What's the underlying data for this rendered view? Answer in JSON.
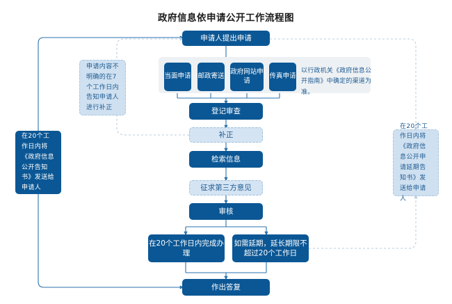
{
  "title": "政府信息依申请公开工作流程图",
  "colors": {
    "primary": "#0b5795",
    "light_fill": "#d5e4f3",
    "note_fill": "#cfe0f0",
    "panel_fill": "#eef1f4",
    "line": "#2b72ad",
    "dashed_line": "#b9cde0",
    "text_dark": "#1a1a1a",
    "text_blue": "#1c5a91"
  },
  "flow": {
    "start": "申请人提出申请",
    "methods": [
      "当面申请",
      "邮政寄送",
      "政府网站申请",
      "传真申请"
    ],
    "methods_note": "以行政机关《政府信息公开指南》中确定的渠道为准。",
    "steps": [
      {
        "label": "登记审查",
        "style": "dark"
      },
      {
        "label": "补正",
        "style": "light"
      },
      {
        "label": "检索信息",
        "style": "dark"
      },
      {
        "label": "征求第三方意见",
        "style": "light"
      },
      {
        "label": "审核",
        "style": "dark"
      }
    ],
    "branches": [
      "在20个工作日内完成办理",
      "如需延期，延长期限不超过20个工作日"
    ],
    "end": "作出答复"
  },
  "side_notes": {
    "left_correction": "申请内容不明确的在7个工作日内告知申请人进行补正",
    "left_panel": "在20个工作日内将《政府信息公开告知书》发送给申请人",
    "right_panel": "在20个工作日内将《政府信息公开申请延期告知书》发送给申请人"
  }
}
